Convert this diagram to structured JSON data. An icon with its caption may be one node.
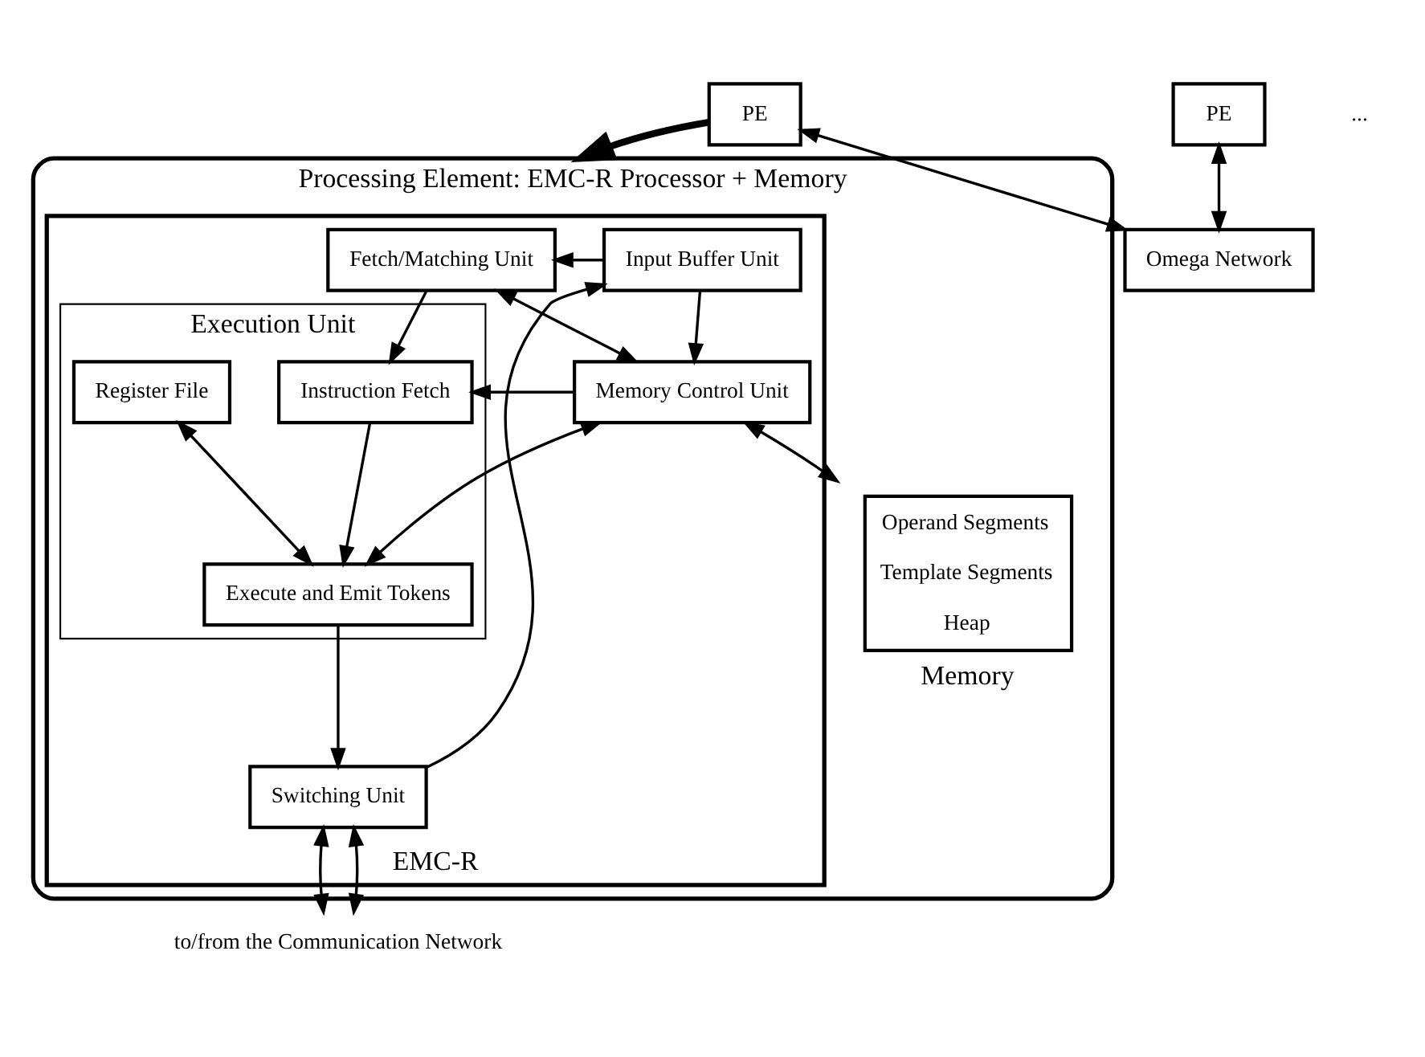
{
  "diagram": {
    "nodes": [
      {
        "text": [
          "Processing Element: EMC-R Processor + Memory"
        ]
      },
      {
        "text": [
          "EMC-R"
        ],
        "in": 0
      },
      {
        "text": [
          "Fetch/Matching Unit"
        ],
        "in": 1
      },
      {
        "text": [
          "Input Buffer Unit"
        ],
        "in": 1
      },
      {
        "text": [
          "Memory Control Unit"
        ],
        "in": 1
      },
      {
        "text": [
          "Execution Unit"
        ],
        "in": 1
      },
      {
        "text": [
          "Instruction Fetch"
        ],
        "in": 5
      },
      {
        "text": [
          "Register File"
        ],
        "in": 5
      },
      {
        "text": [
          "Execute and Emit Tokens"
        ],
        "in": 5
      },
      {
        "text": [
          "Switching Unit"
        ],
        "in": 1
      },
      {
        "text": [
          "Operand Segments",
          "Template Segments",
          "Heap"
        ],
        "beside": [
          "Memory"
        ],
        "in": 0
      },
      {
        "text": [
          "to/from the Communication Network"
        ]
      },
      {
        "text": [
          "PE"
        ]
      },
      {
        "text": [
          "PE"
        ]
      },
      {
        "text": [
          "Omega Network"
        ]
      }
    ],
    "edges": [
      {
        "from": 3,
        "to": 2,
        "arrow": "to"
      },
      {
        "from": 3,
        "to": 4,
        "arrow": "to"
      },
      {
        "from": 2,
        "to": 4,
        "arrow": "both"
      },
      {
        "from": 2,
        "to": 6,
        "arrow": "to"
      },
      {
        "from": 4,
        "to": 6,
        "arrow": "to"
      },
      {
        "from": 6,
        "to": 8,
        "arrow": "to"
      },
      {
        "from": 7,
        "to": 8,
        "arrow": "both"
      },
      {
        "from": 8,
        "to": 4,
        "arrow": "both"
      },
      {
        "from": 8,
        "to": 9,
        "arrow": "to"
      },
      {
        "from": 9,
        "to": 3,
        "arrow": "to"
      },
      {
        "from": 4,
        "to": 10,
        "arrow": "both"
      },
      {
        "from": 9,
        "to": 11,
        "arrow": "both"
      },
      {
        "from": 9,
        "to": 11,
        "arrow": "both"
      },
      {
        "from": 12,
        "to": 14,
        "arrow": "both"
      },
      {
        "from": 13,
        "to": 14,
        "arrow": "both"
      },
      {
        "from": 12,
        "to": 0,
        "arrow": "to",
        "style": "thick"
      }
    ],
    "labels": [
      "..."
    ]
  }
}
